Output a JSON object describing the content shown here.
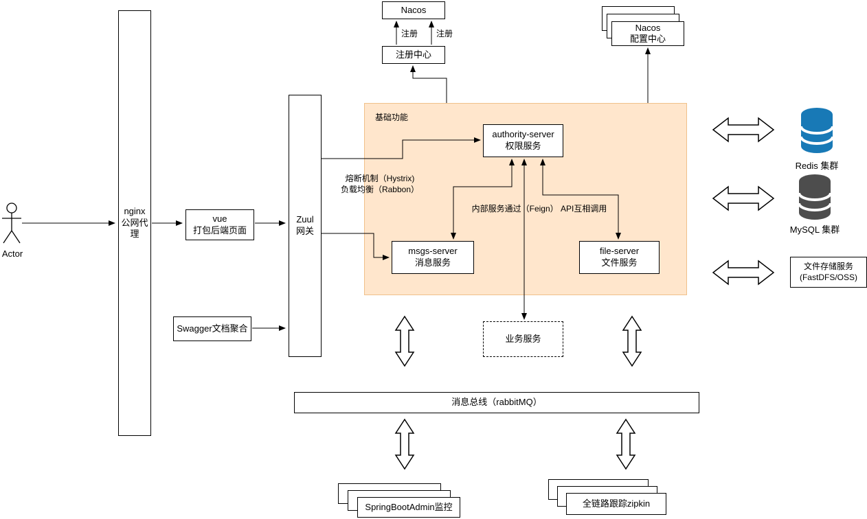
{
  "colors": {
    "region_fill": "#ffe6cc",
    "region_border": "#f0c08a",
    "redis_color": "#1879b6",
    "mysql_color": "#4d4d4d",
    "line_color": "#000000"
  },
  "nodes": {
    "actor_label": "Actor",
    "nginx": "nginx 公网代理",
    "vue_line1": "vue",
    "vue_line2": "打包后端页面",
    "zuul_line1": "Zuul",
    "zuul_line2": "网关",
    "swagger": "Swagger文档聚合",
    "nacos": "Nacos",
    "registry": "注册中心",
    "register_left": "注册",
    "register_right": "注册",
    "nacos_config_line1": "Nacos",
    "nacos_config_line2": "配置中心",
    "region_title": "基础功能",
    "authority_line1": "authority-server",
    "authority_line2": "权限服务",
    "msgs_line1": "msgs-server",
    "msgs_line2": "消息服务",
    "file_line1": "file-server",
    "file_line2": "文件服务",
    "business": "业务服务",
    "bus": "消息总线（rabbitMQ）",
    "admin": "SpringBootAdmin监控",
    "zipkin": "全链路跟踪zipkin",
    "redis_label": "Redis 集群",
    "mysql_label": "MySQL 集群",
    "storage_line1": "文件存储服务",
    "storage_line2": "(FastDFS/OSS)"
  },
  "notes": {
    "hystrix_line1": "熔断机制（Hystrix)",
    "hystrix_line2": "负载均衡（Rabbon）",
    "feign": "内部服务通过（Feign） API互相调用"
  }
}
